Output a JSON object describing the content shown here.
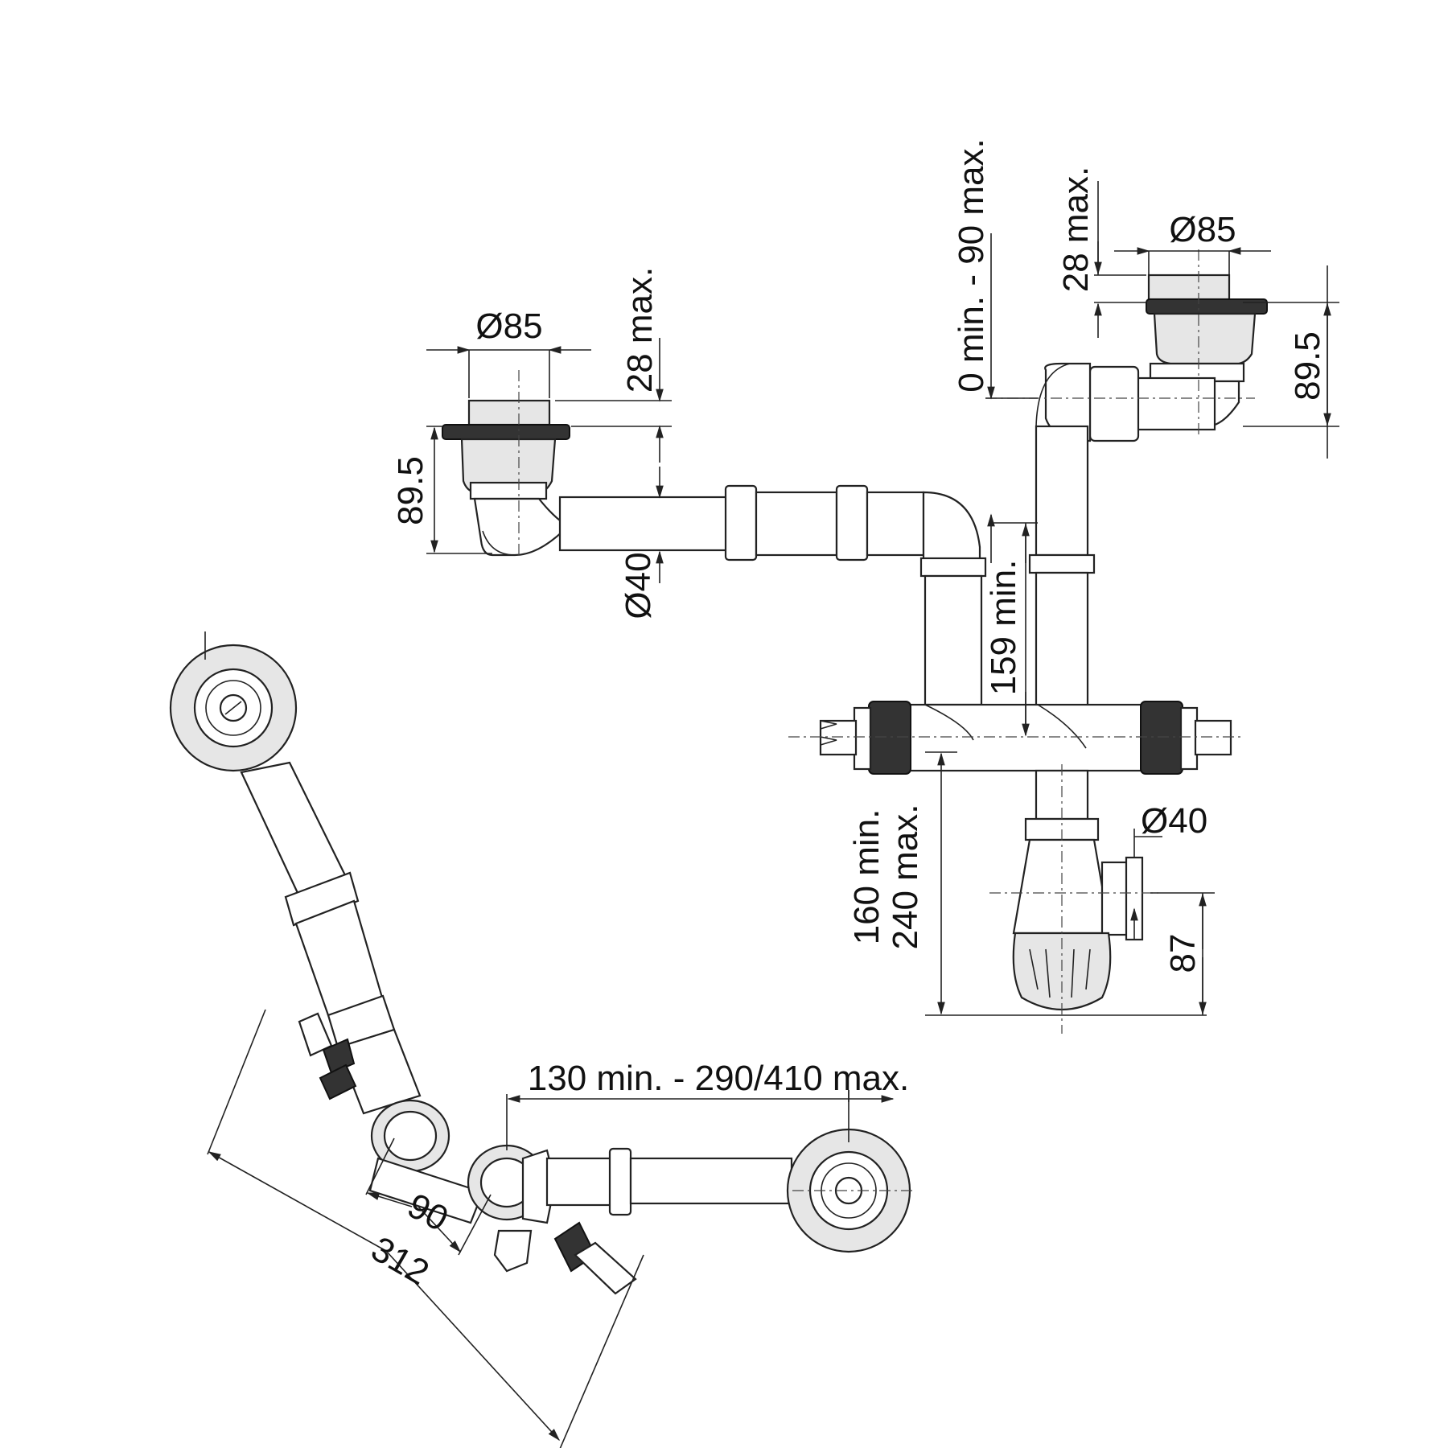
{
  "dimensions": {
    "left_bowl_diameter": "Ø85",
    "left_bowl_flange": "28 max.",
    "left_bowl_depth": "89.5",
    "left_pipe_diameter": "Ø40",
    "right_bowl_diameter": "Ø85",
    "right_bowl_flange": "28 max.",
    "right_bowl_depth": "89.5",
    "elbow_drop": "0 min. - 90 max.",
    "pipe_min": "159 min.",
    "trap_height_min": "160 min.",
    "trap_height_max": "240 max.",
    "outlet_diameter": "Ø40",
    "outlet_height": "87",
    "span": "130 min. - 290/410 max.",
    "offset": "90",
    "length": "312"
  },
  "colors": {
    "line": "#222222",
    "fill": "#e6e6e6",
    "dark": "#333333"
  }
}
